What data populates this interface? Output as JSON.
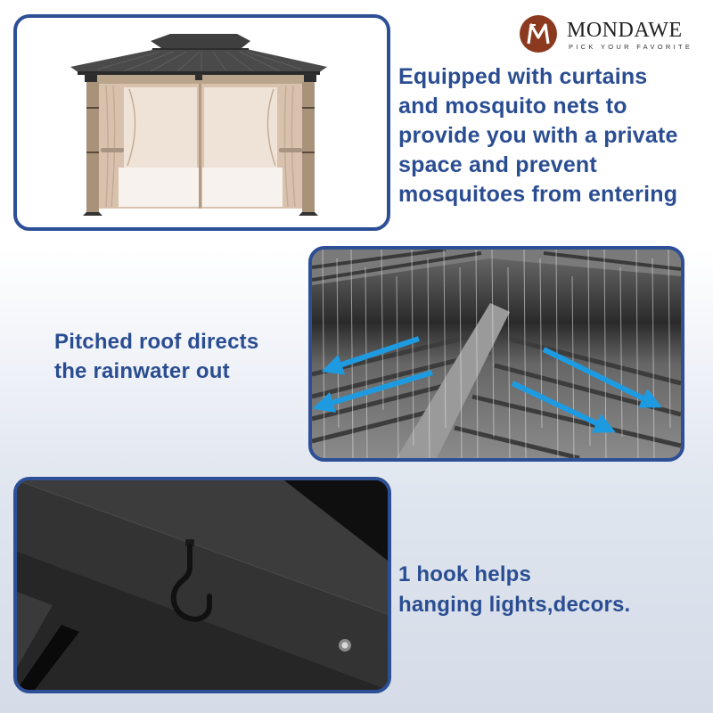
{
  "brand": {
    "name": "MONDAWE",
    "tagline": "PICK YOUR FAVORITE",
    "logo_letter": "M",
    "logo_color": "#8c3a1f"
  },
  "theme": {
    "frame_border_color": "#2d4f96",
    "caption_color": "#2a4d92",
    "arrow_color": "#1e9be0",
    "background_top": "#ffffff",
    "background_bottom": "#d5dce8"
  },
  "features": [
    {
      "id": "curtains",
      "image_alt": "Hardtop gazebo with beige curtains and mosquito nets",
      "caption_lines": [
        "Equipped with curtains",
        "and mosquito nets to",
        "provide you with a private",
        "space and prevent",
        "mosquitoes from entering"
      ]
    },
    {
      "id": "roof",
      "image_alt": "Pitched metal roof in rain with blue arrows showing water flow",
      "caption_lines": [
        "Pitched roof directs",
        "the rainwater out"
      ]
    },
    {
      "id": "hook",
      "image_alt": "Black hanging hook mounted on a dark roof beam",
      "caption_lines": [
        "1 hook helps",
        "hanging lights,decors."
      ]
    }
  ]
}
